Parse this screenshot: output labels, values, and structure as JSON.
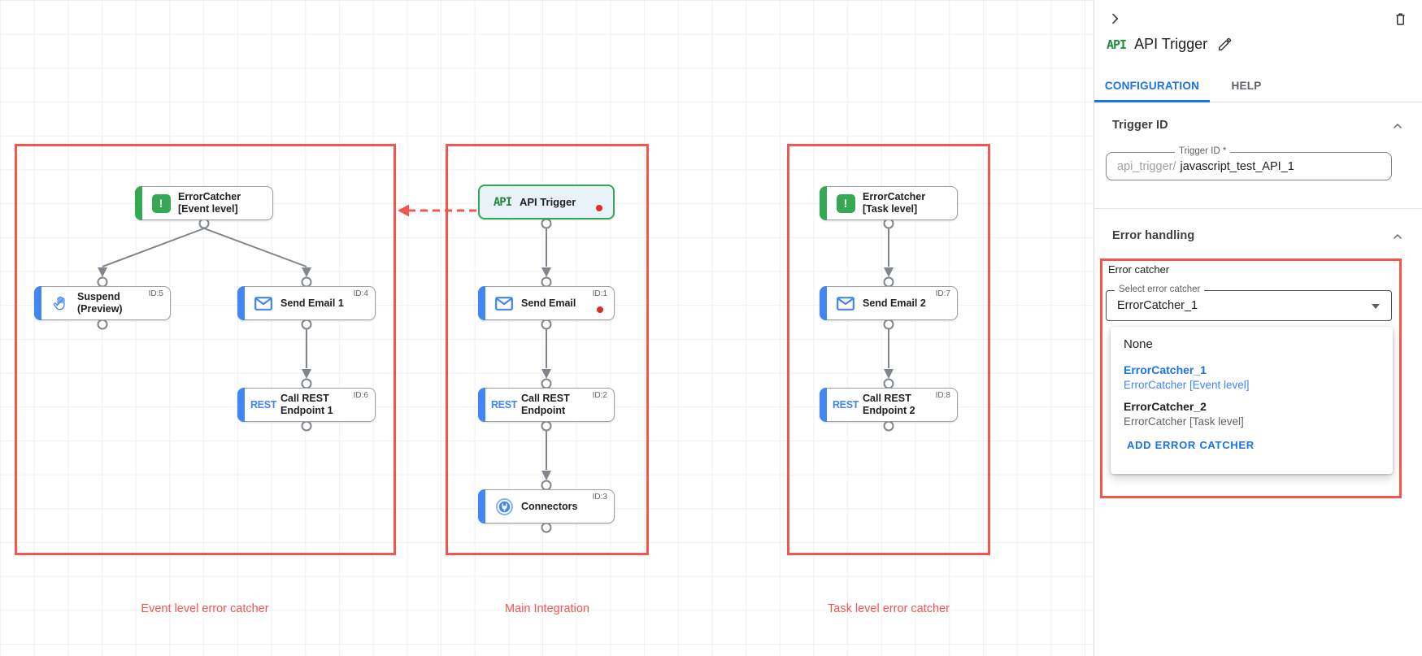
{
  "colors": {
    "annotation_red": "#F4564D",
    "accent_blue": "#1A73E8",
    "node_blue": "#4285F4",
    "node_green": "#34A853",
    "error_dot_red": "#D93025",
    "text_dark": "#202124",
    "text_gray": "#5F6368"
  },
  "canvas": {
    "captions": {
      "event": "Event level error catcher",
      "main": "Main Integration",
      "task": "Task level error catcher"
    },
    "nodes": {
      "ec_event": {
        "line1": "ErrorCatcher",
        "line2": "[Event level]",
        "icon_glyph": "!"
      },
      "suspend": {
        "line1": "Suspend",
        "line2": "(Preview)",
        "id": "ID:5"
      },
      "send_email_1": {
        "line1": "Send Email 1",
        "id": "ID:4"
      },
      "rest_1": {
        "line1": "Call REST",
        "line2": "Endpoint 1",
        "id": "ID:6",
        "icon_text": "REST"
      },
      "api_trigger": {
        "line1": "API Trigger",
        "logo": "API"
      },
      "send_email": {
        "line1": "Send Email",
        "id": "ID:1"
      },
      "rest": {
        "line1": "Call REST",
        "line2": "Endpoint",
        "id": "ID:2",
        "icon_text": "REST"
      },
      "connectors": {
        "line1": "Connectors",
        "id": "ID:3"
      },
      "ec_task": {
        "line1": "ErrorCatcher",
        "line2": "[Task level]",
        "icon_glyph": "!"
      },
      "send_email_2": {
        "line1": "Send Email 2",
        "id": "ID:7"
      },
      "rest_2": {
        "line1": "Call REST",
        "line2": "Endpoint 2",
        "id": "ID:8",
        "icon_text": "REST"
      }
    }
  },
  "panel": {
    "logo": "API",
    "title": "API Trigger",
    "tabs": {
      "configuration": "CONFIGURATION",
      "help": "HELP"
    },
    "trigger_section": {
      "title": "Trigger ID",
      "field_label": "Trigger ID *",
      "prefix": "api_trigger/",
      "value": "javascript_test_API_1"
    },
    "error_section": {
      "title": "Error handling",
      "group_label": "Error catcher",
      "select_label": "Select error catcher",
      "select_value": "ErrorCatcher_1",
      "menu": {
        "none": "None",
        "opt1_name": "ErrorCatcher_1",
        "opt1_desc": "ErrorCatcher [Event level]",
        "opt2_name": "ErrorCatcher_2",
        "opt2_desc": "ErrorCatcher [Task level]",
        "add": "ADD ERROR CATCHER"
      }
    }
  }
}
